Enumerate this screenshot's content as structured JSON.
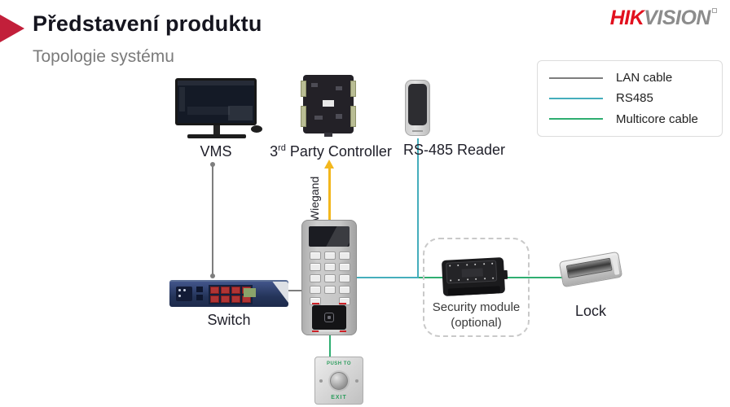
{
  "slide": {
    "title": "Představení produktu",
    "subtitle": "Topologie systému"
  },
  "logo": {
    "part1": "HIK",
    "part2": "VISION"
  },
  "legend": {
    "items": [
      {
        "label": "LAN cable",
        "color": "#7e7e7e"
      },
      {
        "label": "RS485",
        "color": "#45aebc"
      },
      {
        "label": "Multicore cable",
        "color": "#2fae71"
      }
    ]
  },
  "diagram": {
    "nodes": {
      "vms": {
        "label": "VMS"
      },
      "controller": {
        "label_num": "3",
        "label_sup": "rd",
        "label_rest": "Party Controller"
      },
      "reader": {
        "label": "RS-485 Reader"
      },
      "switch": {
        "label": "Switch"
      },
      "security_module": {
        "label_line1": "Security module",
        "label_line2": "(optional)"
      },
      "lock": {
        "label": "Lock"
      },
      "exit_button": {
        "text_top": "PUSH TO",
        "text_bottom": "EXIT"
      }
    },
    "connections": {
      "wiegand_label": "Wiegand"
    }
  },
  "colors": {
    "accent_red": "#c21f3a",
    "logo_red": "#e2101e",
    "logo_gray": "#8c8c8c",
    "lan_cable": "#7e7e7e",
    "rs485": "#45aebc",
    "multicore": "#2fae71",
    "wiegand_arrow": "#f3b71d"
  }
}
